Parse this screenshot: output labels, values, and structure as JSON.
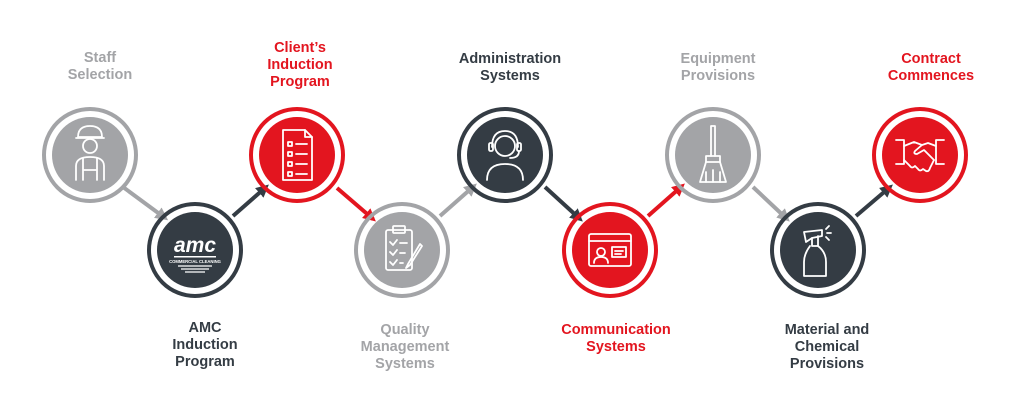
{
  "colors": {
    "gray": "#a3a4a7",
    "red": "#e3151f",
    "dark": "#343c44"
  },
  "steps": [
    {
      "label": "Staff\nSelection",
      "color": "gray",
      "icon": "cleaner-person-icon"
    },
    {
      "label": "AMC\nInduction\nProgram",
      "color": "dark",
      "icon": "amc-logo-icon",
      "logo_text": "amc",
      "logo_subtext": "COMMERCIAL CLEANING"
    },
    {
      "label": "Client’s\nInduction\nProgram",
      "color": "red",
      "icon": "checklist-document-icon"
    },
    {
      "label": "Quality\nManagement\nSystems",
      "color": "gray",
      "icon": "clipboard-pen-icon"
    },
    {
      "label": "Administration\nSystems",
      "color": "dark",
      "icon": "headset-operator-icon"
    },
    {
      "label": "Communication\nSystems",
      "color": "red",
      "icon": "id-card-icon"
    },
    {
      "label": "Equipment\nProvisions",
      "color": "gray",
      "icon": "broom-icon"
    },
    {
      "label": "Material and\nChemical\nProvisions",
      "color": "dark",
      "icon": "spray-bottle-icon"
    },
    {
      "label": "Contract\nCommences",
      "color": "red",
      "icon": "handshake-icon"
    }
  ]
}
